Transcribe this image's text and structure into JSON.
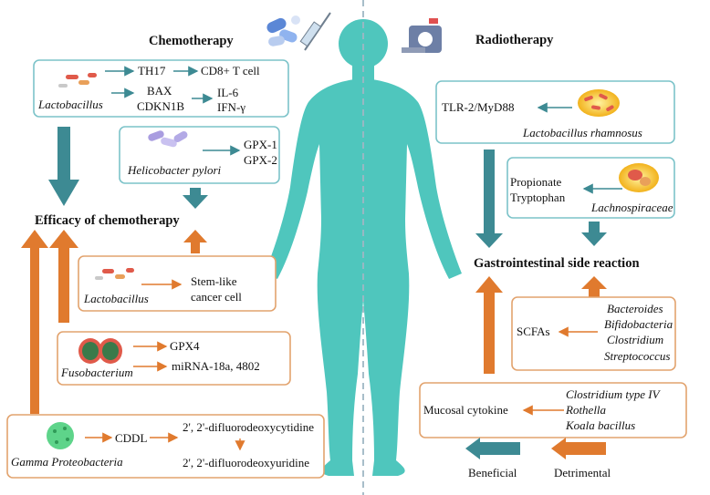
{
  "colors": {
    "beneficial": "#3d8a93",
    "detrimental": "#e07a2e",
    "body": "#4fc6bd",
    "teal_border": "#7cc3c9",
    "orange_border": "#e2a36e"
  },
  "icons": [
    "pills-icon",
    "syringe-icon",
    "ct-scanner-icon",
    "lactobacillus-icon",
    "helicobacter-icon",
    "fusobacterium-icon",
    "proteobacteria-icon",
    "rhamnosus-icon",
    "lachnospiraceae-icon",
    "human-body-icon"
  ],
  "chemo": {
    "title": "Chemotherapy",
    "efficacy": "Efficacy of chemotherapy",
    "box1": {
      "bacteria": "Lactobacillus",
      "th17": "TH17",
      "cd8": "CD8+ T cell",
      "bax": "BAX",
      "cdkn": "CDKN1B",
      "il6": "IL-6",
      "ifn": "IFN-γ"
    },
    "box2": {
      "bacteria": "Helicobacter pylori",
      "gpx1": "GPX-1",
      "gpx2": "GPX-2"
    },
    "box3": {
      "bacteria": "Lactobacillus",
      "stem1": "Stem-like",
      "stem2": "cancer cell"
    },
    "box4": {
      "bacteria": "Fusobacterium",
      "gpx4": "GPX4",
      "mirna": "miRNA-18a,  4802"
    },
    "box5": {
      "bacteria": "Gamma Proteobacteria",
      "cddl": "CDDL",
      "c1": "2', 2'-difluorodeoxycytidine",
      "c2": "2', 2'-difluorodeoxyuridine"
    }
  },
  "radio": {
    "title": "Radiotherapy",
    "side": "Gastrointestinal  side reaction",
    "box1": {
      "target": "TLR-2/MyD88",
      "bacteria": "Lactobacillus rhamnosus"
    },
    "box2": {
      "p1": "Propionate",
      "p2": "Tryptophan",
      "bacteria": "Lachnospiraceae"
    },
    "box3": {
      "scfa": "SCFAs",
      "b1": "Bacteroides",
      "b2": "Bifidobacteria",
      "b3": "Clostridium",
      "b4": "Streptococcus"
    },
    "box4": {
      "cyto": "Mucosal cytokine",
      "b1": "Clostridium type IV",
      "b2": "Rothella",
      "b3": "Koala bacillus"
    }
  },
  "legend": {
    "beneficial": "Beneficial",
    "detrimental": "Detrimental"
  }
}
